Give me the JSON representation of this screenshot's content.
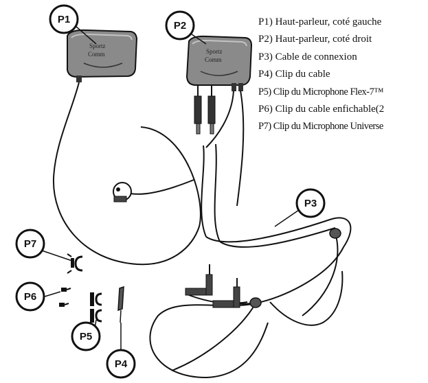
{
  "callouts": {
    "p1": "P1",
    "p2": "P2",
    "p3": "P3",
    "p4": "P4",
    "p5": "P5",
    "p6": "P6",
    "p7": "P7"
  },
  "speaker_brand": {
    "line1": "Sportz",
    "line2": "Comm"
  },
  "legend": [
    "P1) Haut-parleur, coté gauche",
    "P2) Haut-parleur, coté droit",
    "P3) Cable de connexion",
    "P4) Clip du cable",
    "P5) Clip du Microphone Flex-7™",
    "P6) Clip du cable enfichable(2",
    "P7) Clip du Microphone Universe"
  ],
  "colors": {
    "ink": "#111111",
    "device_fill": "#8a8a8a",
    "device_light": "#c4c4c4",
    "background": "#ffffff"
  }
}
